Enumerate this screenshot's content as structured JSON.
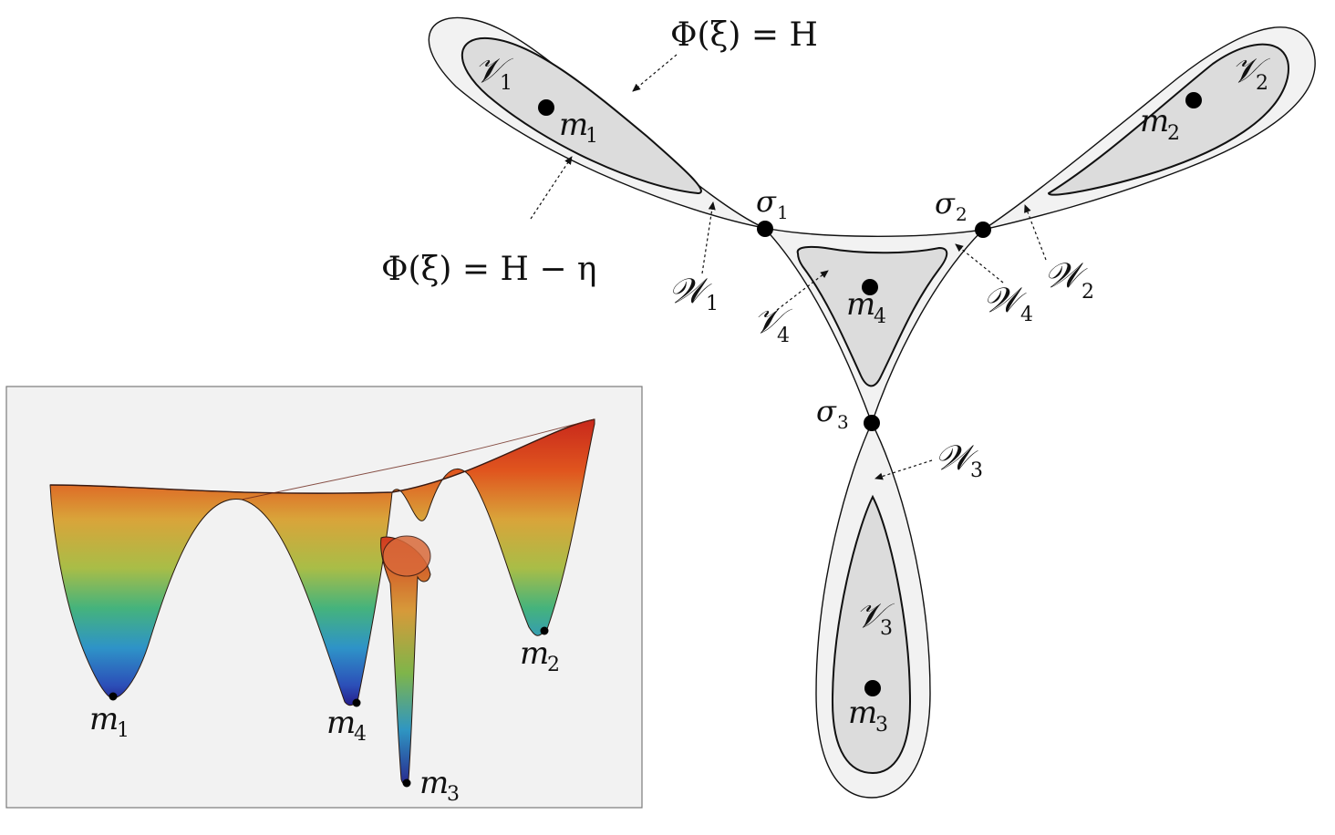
{
  "contour_labels": {
    "outer_level": "Φ(ξ) = H",
    "inner_level": "Φ(ξ) = H − η"
  },
  "regions": {
    "V1": {
      "base": "𝒱",
      "sub": "1"
    },
    "V2": {
      "base": "𝒱",
      "sub": "2"
    },
    "V3": {
      "base": "𝒱",
      "sub": "3"
    },
    "V4": {
      "base": "𝒱",
      "sub": "4"
    },
    "W1": {
      "base": "𝒲",
      "sub": "1"
    },
    "W2": {
      "base": "𝒲",
      "sub": "2"
    },
    "W3": {
      "base": "𝒲",
      "sub": "3"
    },
    "W4": {
      "base": "𝒲",
      "sub": "4"
    }
  },
  "minima": {
    "m1": {
      "base": "m",
      "sub": "1"
    },
    "m2": {
      "base": "m",
      "sub": "2"
    },
    "m3": {
      "base": "m",
      "sub": "3"
    },
    "m4": {
      "base": "m",
      "sub": "4"
    }
  },
  "saddles": {
    "s1": {
      "base": "σ",
      "sub": "1"
    },
    "s2": {
      "base": "σ",
      "sub": "2"
    },
    "s3": {
      "base": "σ",
      "sub": "3"
    }
  },
  "surface_plot": {
    "colormap": [
      "#1a1aa0",
      "#2f6fd0",
      "#29b0c8",
      "#3cc47a",
      "#b6c73a",
      "#e8a92a",
      "#e0551e",
      "#c8281c"
    ]
  }
}
